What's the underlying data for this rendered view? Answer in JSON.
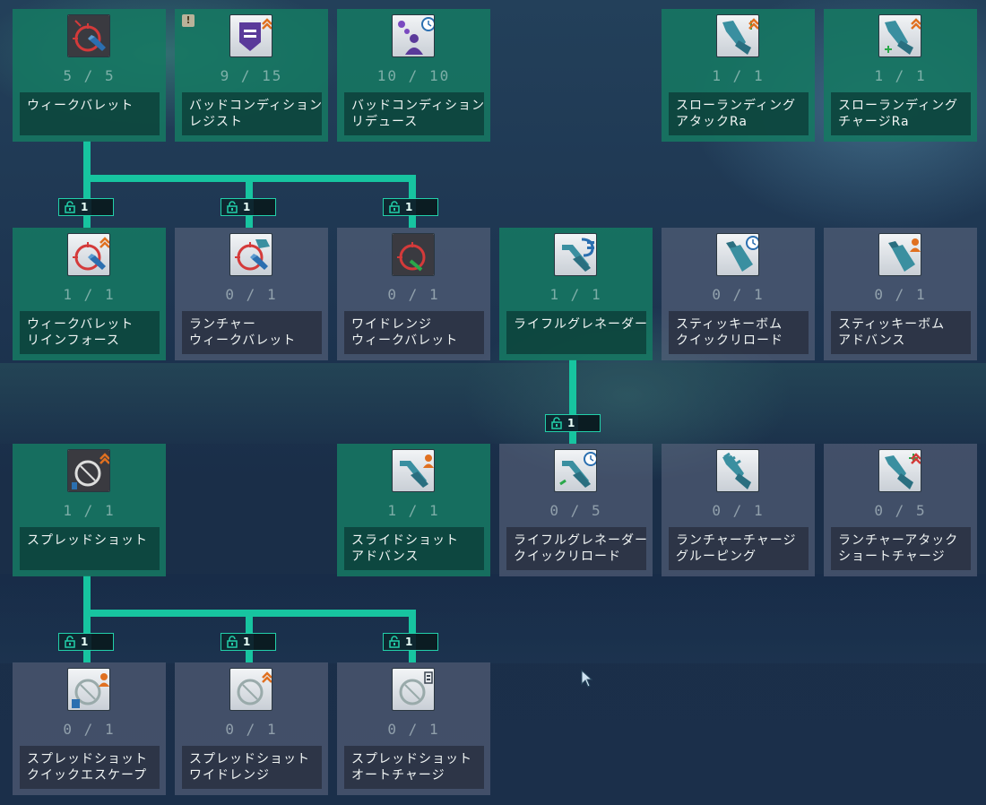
{
  "skills": [
    {
      "id": "r1c1",
      "line1": "ウィークバレット",
      "line2": "",
      "level": "5 / 5",
      "active": true,
      "icon": "weak-bullet-icon",
      "notice": false
    },
    {
      "id": "r1c2",
      "line1": "バッドコンディション",
      "line2": "レジスト",
      "level": "9 / 15",
      "active": true,
      "icon": "bad-condition-resist-icon",
      "notice": true
    },
    {
      "id": "r1c3",
      "line1": "バッドコンディション",
      "line2": "リデュース",
      "level": "10 / 10",
      "active": true,
      "icon": "bad-condition-reduce-icon",
      "notice": false
    },
    {
      "id": "r1c5",
      "line1": "スローランディング",
      "line2": "アタックRa",
      "level": "1 / 1",
      "active": true,
      "icon": "slow-landing-attack-icon",
      "notice": false
    },
    {
      "id": "r1c6",
      "line1": "スローランディング",
      "line2": "チャージRa",
      "level": "1 / 1",
      "active": true,
      "icon": "slow-landing-charge-icon",
      "notice": false
    },
    {
      "id": "r2c1",
      "line1": "ウィークバレット",
      "line2": "リインフォース",
      "level": "1 / 1",
      "active": true,
      "icon": "weak-bullet-reinforce-icon",
      "notice": false
    },
    {
      "id": "r2c2",
      "line1": "ランチャー",
      "line2": "ウィークバレット",
      "level": "0 / 1",
      "active": false,
      "icon": "launcher-weak-bullet-icon",
      "notice": false
    },
    {
      "id": "r2c3",
      "line1": "ワイドレンジ",
      "line2": "ウィークバレット",
      "level": "0 / 1",
      "active": false,
      "icon": "wide-range-weak-bullet-icon",
      "notice": false
    },
    {
      "id": "r2c4",
      "line1": "ライフルグレネーダー",
      "line2": "",
      "level": "1 / 1",
      "active": true,
      "icon": "rifle-grenader-icon",
      "notice": false
    },
    {
      "id": "r2c5",
      "line1": "スティッキーボム",
      "line2": "クイックリロード",
      "level": "0 / 1",
      "active": false,
      "icon": "sticky-bomb-quick-reload-icon",
      "notice": false
    },
    {
      "id": "r2c6",
      "line1": "スティッキーボム",
      "line2": "アドバンス",
      "level": "0 / 1",
      "active": false,
      "icon": "sticky-bomb-advance-icon",
      "notice": false
    },
    {
      "id": "r3c1",
      "line1": "スプレッドショット",
      "line2": "",
      "level": "1 / 1",
      "active": true,
      "icon": "spread-shot-icon",
      "notice": false
    },
    {
      "id": "r3c3",
      "line1": "スライドショット",
      "line2": "アドバンス",
      "level": "1 / 1",
      "active": true,
      "icon": "slide-shot-advance-icon",
      "notice": false
    },
    {
      "id": "r3c4",
      "line1": "ライフルグレネーダー",
      "line2": "クイックリロード",
      "level": "0 / 5",
      "active": false,
      "icon": "rifle-grenader-quick-reload-icon",
      "notice": false
    },
    {
      "id": "r3c5",
      "line1": "ランチャーチャージ",
      "line2": "グルーピング",
      "level": "0 / 1",
      "active": false,
      "icon": "launcher-charge-grouping-icon",
      "notice": false
    },
    {
      "id": "r3c6",
      "line1": "ランチャーアタック",
      "line2": "ショートチャージ",
      "level": "0 / 5",
      "active": false,
      "icon": "launcher-attack-short-charge-icon",
      "notice": false
    },
    {
      "id": "r4c1",
      "line1": "スプレッドショット",
      "line2": "クイックエスケープ",
      "level": "0 / 1",
      "active": false,
      "icon": "spread-shot-quick-escape-icon",
      "notice": false
    },
    {
      "id": "r4c2",
      "line1": "スプレッドショット",
      "line2": "ワイドレンジ",
      "level": "0 / 1",
      "active": false,
      "icon": "spread-shot-wide-range-icon",
      "notice": false
    },
    {
      "id": "r4c3",
      "line1": "スプレッドショット",
      "line2": "オートチャージ",
      "level": "0 / 1",
      "active": false,
      "icon": "spread-shot-auto-charge-icon",
      "notice": false
    }
  ],
  "locks": [
    {
      "id": "lk1",
      "value": "1"
    },
    {
      "id": "lk2",
      "value": "1"
    },
    {
      "id": "lk3",
      "value": "1"
    },
    {
      "id": "lk4",
      "value": "1"
    },
    {
      "id": "lk5",
      "value": "1"
    },
    {
      "id": "lk6",
      "value": "1"
    },
    {
      "id": "lk7",
      "value": "1"
    }
  ],
  "notice_mark": "!",
  "colors": {
    "active_card": "#167862",
    "inactive_card": "#5a647d",
    "connector": "#17c4a0"
  }
}
